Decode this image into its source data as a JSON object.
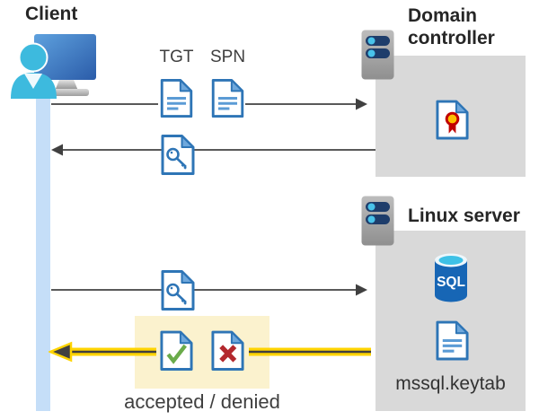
{
  "client": {
    "label": "Client"
  },
  "domain_controller": {
    "name": "Domain controller"
  },
  "linux_server": {
    "name": "Linux server",
    "sql_badge": "SQL",
    "keytab_label": "mssql.keytab"
  },
  "flow": {
    "tgt_label": "TGT",
    "spn_label": "SPN",
    "response_label": "accepted / denied"
  },
  "icons": {
    "client": "monitor-with-user-icon",
    "servers": "server-rack-icon",
    "tickets": "document-icon",
    "session_key": "key-document-icon",
    "certificate": "certificate-document-icon",
    "database": "sql-database-cylinder-icon",
    "keytab": "document-icon",
    "accepted": "check-document-icon",
    "denied": "x-document-icon"
  },
  "colors": {
    "document_blue": "#2E75B6",
    "document_fold_blue": "#6FA8DC",
    "document_line_blue": "#5B9BD5",
    "person_cyan": "#3DBADE",
    "box_gray": "#D9D9D9",
    "timeline_blue": "#C5DEF8",
    "arrow_gray": "#595959",
    "arrow_yellow": "#FFD400",
    "highlight_yellow": "#FBF2CE",
    "accepted_green": "#6AAB4A",
    "denied_red": "#B3282D",
    "sql_blue": "#1766B5",
    "sql_top_cyan": "#3EC1E6",
    "cert_gold": "#FFC000",
    "cert_red": "#C00000"
  }
}
